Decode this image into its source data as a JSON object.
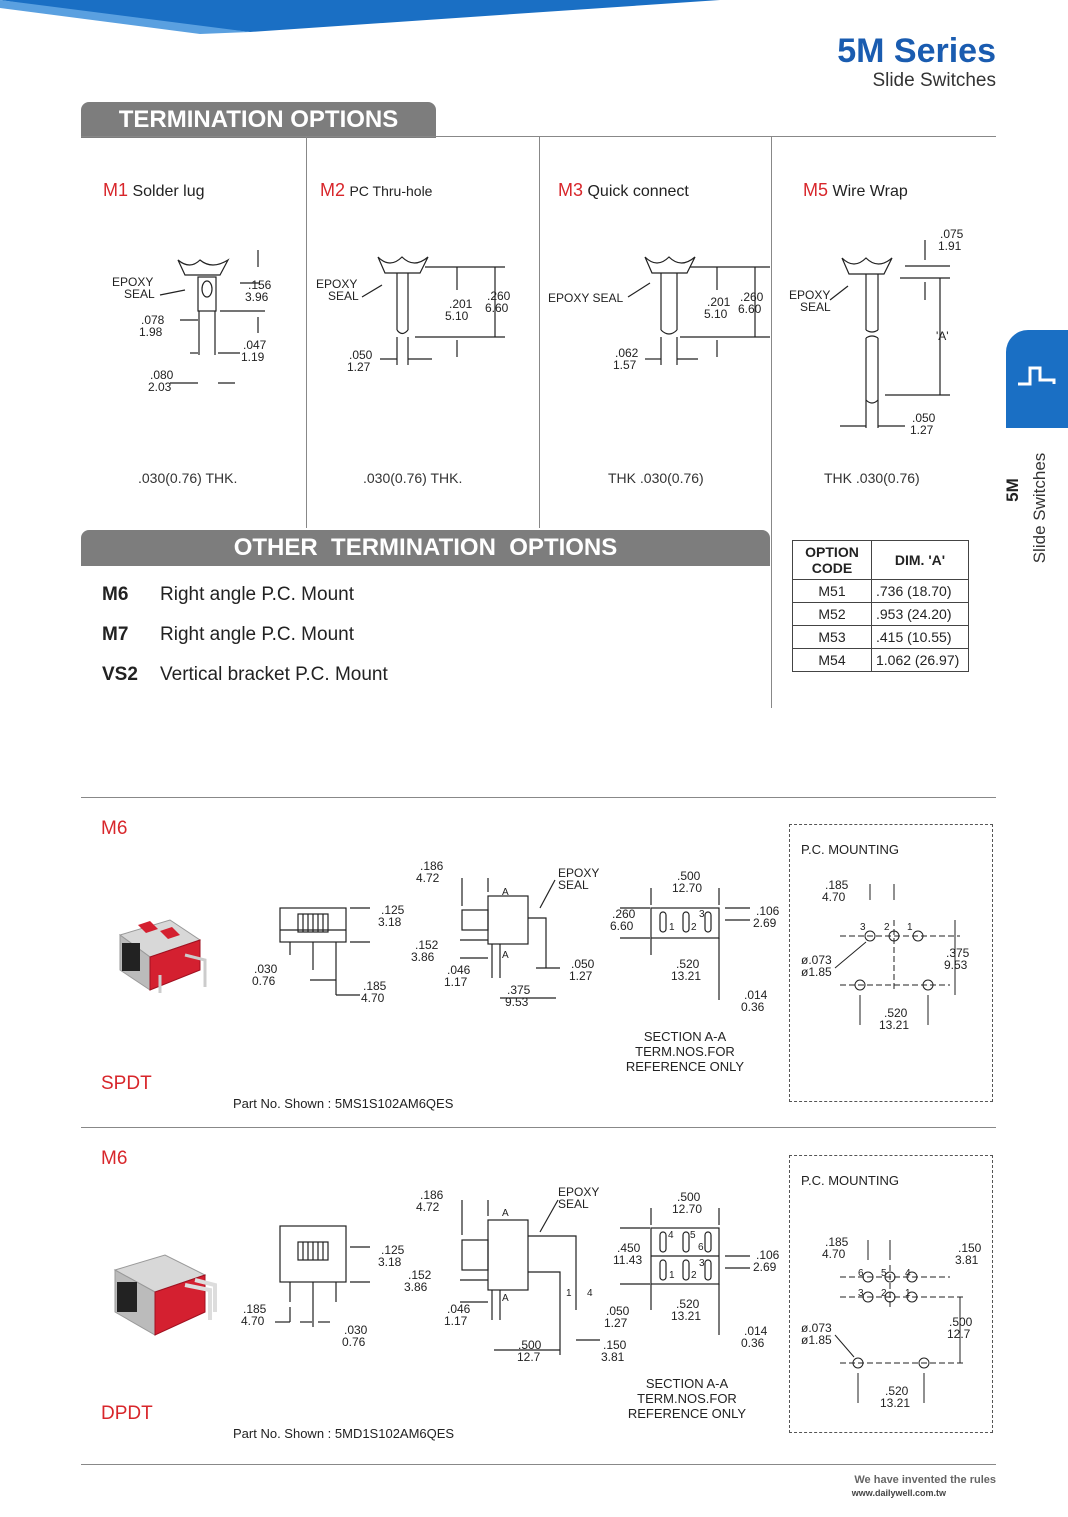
{
  "header": {
    "series": "5M Series",
    "subtitle": "Slide Switches"
  },
  "termination": {
    "heading": "TERMINATION OPTIONS",
    "options": [
      {
        "code": "M1",
        "name": "Solder lug",
        "thk": ".030(0.76) THK."
      },
      {
        "code": "M2",
        "name": "PC Thru-hole",
        "thk": ".030(0.76) THK."
      },
      {
        "code": "M3",
        "name": "Quick connect",
        "thk": "THK .030(0.76)"
      },
      {
        "code": "M5",
        "name": "Wire Wrap",
        "thk": "THK .030(0.76)"
      }
    ],
    "m1_dims": {
      "epoxy": "EPOXY",
      "seal": "SEAL",
      "d1a": ".156",
      "d1b": "3.96",
      "d2a": ".078",
      "d2b": "1.98",
      "d3a": ".047",
      "d3b": "1.19",
      "d4a": ".080",
      "d4b": "2.03"
    },
    "m2_dims": {
      "epoxy": "EPOXY",
      "seal": "SEAL",
      "d1a": ".201",
      "d1b": "5.10",
      "d2a": ".260",
      "d2b": "6.60",
      "d3a": ".050",
      "d3b": "1.27"
    },
    "m3_dims": {
      "epoxy": "EPOXY SEAL",
      "d1a": ".201",
      "d1b": "5.10",
      "d2a": ".260",
      "d2b": "6.60",
      "d3a": ".062",
      "d3b": "1.57"
    },
    "m5_dims": {
      "epoxy": "EPOXY",
      "seal": "SEAL",
      "d1a": ".075",
      "d1b": "1.91",
      "a": "'A'",
      "d3a": ".050",
      "d3b": "1.27"
    }
  },
  "other": {
    "heading": "OTHER  TERMINATION  OPTIONS",
    "items": [
      {
        "code": "M6",
        "text": "Right angle P.C. Mount"
      },
      {
        "code": "M7",
        "text": "Right angle P.C. Mount"
      },
      {
        "code": "VS2",
        "text": "Vertical bracket P.C. Mount"
      }
    ]
  },
  "dim_table": {
    "head1a": "OPTION",
    "head1b": "CODE",
    "head2": "DIM. 'A'",
    "rows": [
      {
        "code": "M51",
        "dim": ".736 (18.70)"
      },
      {
        "code": "M52",
        "dim": ".953 (24.20)"
      },
      {
        "code": "M53",
        "dim": ".415 (10.55)"
      },
      {
        "code": "M54",
        "dim": "1.062 (26.97)"
      }
    ]
  },
  "spdt": {
    "code": "M6",
    "type": "SPDT",
    "part": "Part No. Shown : 5MS1S102AM6QES",
    "pcm": "P.C. MOUNTING",
    "section": [
      "SECTION A-A",
      "TERM.NOS.FOR",
      "REFERENCE ONLY"
    ],
    "dims": {
      "a125": ".125",
      "b318": "3.18",
      "a030": ".030",
      "b076": "0.76",
      "a185": ".185",
      "b470": "4.70",
      "a186": ".186",
      "b472": "4.72",
      "epoxy": "EPOXY",
      "seal": "SEAL",
      "A": "A",
      "a152": ".152",
      "b386": "3.86",
      "a046": ".046",
      "b117": "1.17",
      "a050": ".050",
      "b127": "1.27",
      "a375": ".375",
      "b953": "9.53",
      "a500": ".500",
      "b1270": "12.70",
      "a260": ".260",
      "b660": "6.60",
      "a106": ".106",
      "b269": "2.69",
      "a520": ".520",
      "b1321": "13.21",
      "a014": ".014",
      "b036": "0.36",
      "n1": "1",
      "n2": "2",
      "n3": "3",
      "p185": ".185",
      "p470": "4.70",
      "p073": "ø.073",
      "p185b": "ø1.85",
      "p375": ".375",
      "p953": "9.53",
      "p520": ".520",
      "p1321": "13.21"
    }
  },
  "dpdt": {
    "code": "M6",
    "type": "DPDT",
    "part": "Part No. Shown : 5MD1S102AM6QES",
    "pcm": "P.C. MOUNTING",
    "section": [
      "SECTION A-A",
      "TERM.NOS.FOR",
      "REFERENCE ONLY"
    ],
    "dims": {
      "a125": ".125",
      "b318": "3.18",
      "a185": ".185",
      "b470": "4.70",
      "a030": ".030",
      "b076": "0.76",
      "a186": ".186",
      "b472": "4.72",
      "epoxy": "EPOXY",
      "seal": "SEAL",
      "A": "A",
      "a152": ".152",
      "b386": "3.86",
      "a046": ".046",
      "b117": "1.17",
      "a050": ".050",
      "b127": "1.27",
      "a500": ".500",
      "b127b": "12.7",
      "a150": ".150",
      "b381": "3.81",
      "t1": "1",
      "t4": "4",
      "a500b": ".500",
      "b1270": "12.70",
      "a450": ".450",
      "b1143": "11.43",
      "a106": ".106",
      "b269": "2.69",
      "a520": ".520",
      "b1321": "13.21",
      "a014": ".014",
      "b036": "0.36",
      "n1": "1",
      "n2": "2",
      "n3": "3",
      "n4": "4",
      "n5": "5",
      "n6": "6",
      "p185": ".185",
      "p470": "4.70",
      "p150": ".150",
      "p381": "3.81",
      "p073": "ø.073",
      "p185b": "ø1.85",
      "p500": ".500",
      "p127": "12.7",
      "p520": ".520",
      "p1321": "13.21"
    }
  },
  "side_tab": {
    "code": "5M",
    "label": "Slide Switches"
  },
  "footer": {
    "slogan": "We have invented the rules",
    "url": "www.dailywell.com.tw"
  },
  "colors": {
    "blue": "#1a5cb0",
    "red": "#d8262b",
    "band": "#7d7d7d"
  }
}
